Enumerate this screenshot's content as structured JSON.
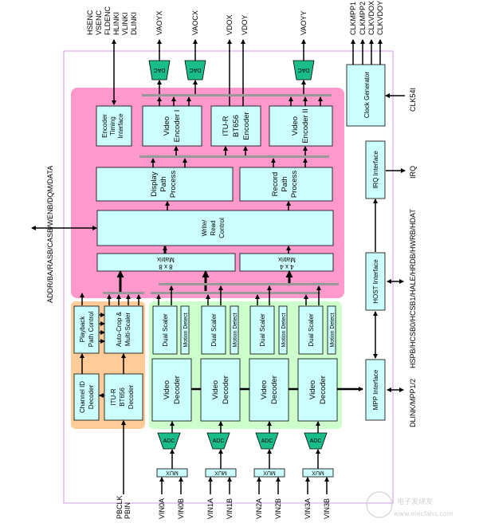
{
  "diagram": {
    "title": "Video processing SoC block diagram",
    "colors": {
      "chip_border": "#cc99ee",
      "pink_region": "#ff99cc",
      "orange_region": "#ffcc99",
      "green_region": "#ccffcc",
      "block_fill": "#ccffff",
      "dac_fill": "#1abc8a",
      "bus_gray": "#999999"
    },
    "top_signals": {
      "encoder_timing_group": [
        "HSENC",
        "VSENC",
        "FLDENC",
        "HLINKI",
        "VLINKI",
        "DLINKI"
      ],
      "dac_outputs": [
        "VAOYX",
        "VAOCX",
        "VAOYY"
      ],
      "digital_outputs": [
        "VDOX",
        "VDOY"
      ],
      "clock_outputs": [
        "CLKMPP1",
        "CLKMPP2",
        "CLKVDOX",
        "CLKVDOY"
      ]
    },
    "left_signals": {
      "memory_bus": "ADDR/BA/RASB/CASB/WENB/DQM/DATA"
    },
    "right_signals": {
      "clock_in": "CLK54I",
      "irq": "IRQ",
      "host_bus": "HSPB/HCSB0/HCSB1/HALE/HRDB/HWRB/HDAT",
      "mpp_bus": "DLINK/MPP1/2"
    },
    "bottom_signals": {
      "playback": [
        "PBCLK",
        "PBIN"
      ],
      "video_inputs": [
        "VIN0A",
        "VIN0B",
        "VIN1A",
        "VIN1B",
        "VIN2A",
        "VIN2B",
        "VIN3A",
        "VIN3B"
      ]
    },
    "blocks": {
      "encoder_timing": [
        "Encoder",
        "Timing",
        "Interface"
      ],
      "video_encoder_1": [
        "Video",
        "Encoder I"
      ],
      "bt656_encoder": [
        "ITU-R",
        "BT656",
        "Encoder"
      ],
      "video_encoder_2": [
        "Video",
        "Encoder II"
      ],
      "display_path": [
        "Display",
        "Path",
        "Process"
      ],
      "record_path": [
        "Record",
        "Path",
        "Process"
      ],
      "write_read": [
        "Write/",
        "Read",
        "Control"
      ],
      "matrix_8x8": [
        "8 x 8",
        "Matrix"
      ],
      "matrix_4x4": [
        "4 x 4",
        "Matrix"
      ],
      "playback_path": [
        "Playback",
        "Path Control"
      ],
      "auto_crop": [
        "Auto-Crop &",
        "Multi-Scaler"
      ],
      "channel_id": [
        "Channel ID",
        "Decoder"
      ],
      "bt656_decoder": [
        "ITU-R",
        "BT656",
        "Decoder"
      ],
      "dual_scaler": "Dual Scaler",
      "motion_detect": "Motion Detect",
      "video_decoder": [
        "Video",
        "Decoder"
      ],
      "clock_generator": "Clock Generator",
      "irq_interface": "IRQ Interface",
      "host_interface": "HOST Interface",
      "mpp_interface": "MPP Interface",
      "dac": "DAC",
      "adc": "ADC",
      "mux": "MUX"
    },
    "watermark": {
      "title": "电子发烧友",
      "url": "www.elecfans.com"
    }
  }
}
